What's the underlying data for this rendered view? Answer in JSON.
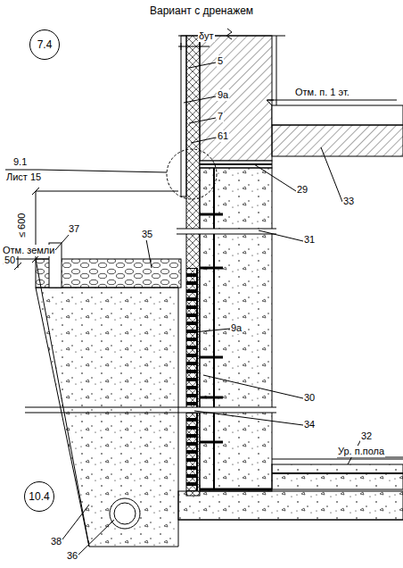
{
  "diagram": {
    "title": "Вариант с дренажем",
    "nodes": [
      {
        "text": [
          "7.4"
        ]
      },
      {
        "text": [
          "10.4"
        ]
      }
    ],
    "labels": [
      "δут",
      "5",
      "9а",
      "7",
      "61",
      "9.1",
      "Лист 15",
      "Отм. п. 1 эт.",
      "33",
      "29",
      "31",
      "≤ 600",
      "Отм. земли",
      "50",
      "37",
      "35",
      "9а",
      "30",
      "34",
      "Ур. п.пола",
      "32",
      "38",
      "36"
    ]
  }
}
